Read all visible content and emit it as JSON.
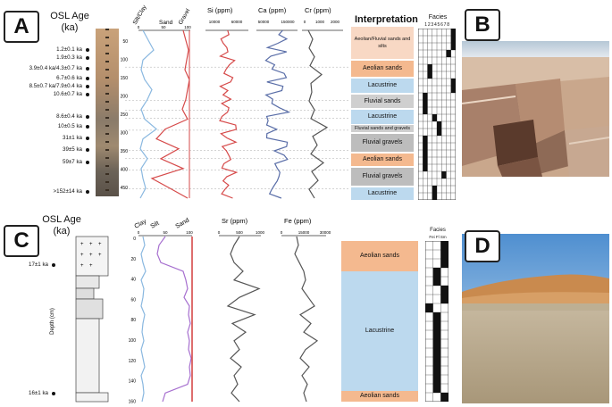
{
  "panels": {
    "a": {
      "label": "A",
      "osl_title": "OSL Age",
      "osl_unit": "(ka)",
      "ages": [
        "1.2±0.1 ka",
        "1.9±0.3 ka",
        "3.9±0.4 ka/4.3±0.7 ka",
        "6.7±0.6 ka",
        "8.5±0.7 ka/7.9±0.4 ka",
        "10.6±0.7 ka",
        "8.6±0.4 ka",
        "10±0.5 ka",
        "31±1 ka",
        "39±5 ka",
        "59±7 ka",
        ">152±14 ka"
      ],
      "col_grain_labels": [
        "Silt/Clay",
        "Sand",
        "Gravel"
      ],
      "col_grain_ticks": [
        "0",
        "50",
        "100"
      ],
      "col_si_label": "Si (ppm)",
      "col_si_ticks": [
        "10000",
        "60000"
      ],
      "col_ca_label": "Ca (ppm)",
      "col_ca_ticks": [
        "50000",
        "150000"
      ],
      "col_cr_label": "Cr (ppm)",
      "col_cr_ticks": [
        "0",
        "1000",
        "2000"
      ],
      "depth_ticks": [
        "50",
        "100",
        "150",
        "200",
        "250",
        "300",
        "350",
        "400",
        "450"
      ],
      "interp_title": "Interpretation",
      "facies_title": "Facies",
      "facies_numbers": "1 2 3 4 5 6 7 8",
      "units": [
        {
          "label": "Aeolian/Fluvial sands and silts",
          "color": "#f8d8c4"
        },
        {
          "label": "Aeolian sands",
          "color": "#f4b98f"
        },
        {
          "label": "Lacustrine",
          "color": "#bcd9ee"
        },
        {
          "label": "Fluvial sands",
          "color": "#cfcfcf"
        },
        {
          "label": "Lacustrine",
          "color": "#bcd9ee"
        },
        {
          "label": "Fluvial sands and gravels",
          "color": "#cfcfcf"
        },
        {
          "label": "Fluvial gravels",
          "color": "#bdbdbd"
        },
        {
          "label": "Aeolian sands",
          "color": "#f4b98f"
        },
        {
          "label": "Fluvial gravels",
          "color": "#bdbdbd"
        },
        {
          "label": "Lacustrine",
          "color": "#bcd9ee"
        }
      ]
    },
    "b": {
      "label": "B"
    },
    "c": {
      "label": "C",
      "osl_title": "OSL Age",
      "osl_unit": "(ka)",
      "ages": [
        "17±1 ka",
        "16±1 ka"
      ],
      "depth_label": "Depth (cm)",
      "depth_ticks": [
        "0",
        "20",
        "40",
        "60",
        "80",
        "100",
        "120",
        "140",
        "160"
      ],
      "col_grain_labels": [
        "Clay",
        "Silt",
        "Sand"
      ],
      "col_grain_ticks": [
        "0",
        "50",
        "100"
      ],
      "col_sr_label": "Sr (ppm)",
      "col_sr_ticks": [
        "0",
        "500",
        "1000"
      ],
      "col_fe_label": "Fe (ppm)",
      "col_fe_ticks": [
        "0",
        "15000",
        "30000"
      ],
      "facies_title": "Facies",
      "facies_cols": "Fei Fl Sm",
      "units": [
        {
          "label": "Aeolian sands",
          "color": "#f4b98f"
        },
        {
          "label": "Lacustrine",
          "color": "#bcd9ee"
        },
        {
          "label": "Aeolian sands",
          "color": "#f4b98f"
        }
      ]
    },
    "d": {
      "label": "D"
    }
  },
  "colors": {
    "clay": "#8ab8e0",
    "sand": "#d64a4a",
    "si": "#d64a4a",
    "ca": "#5a6ea8",
    "cr": "#555555",
    "silt": "#a66fcf"
  }
}
